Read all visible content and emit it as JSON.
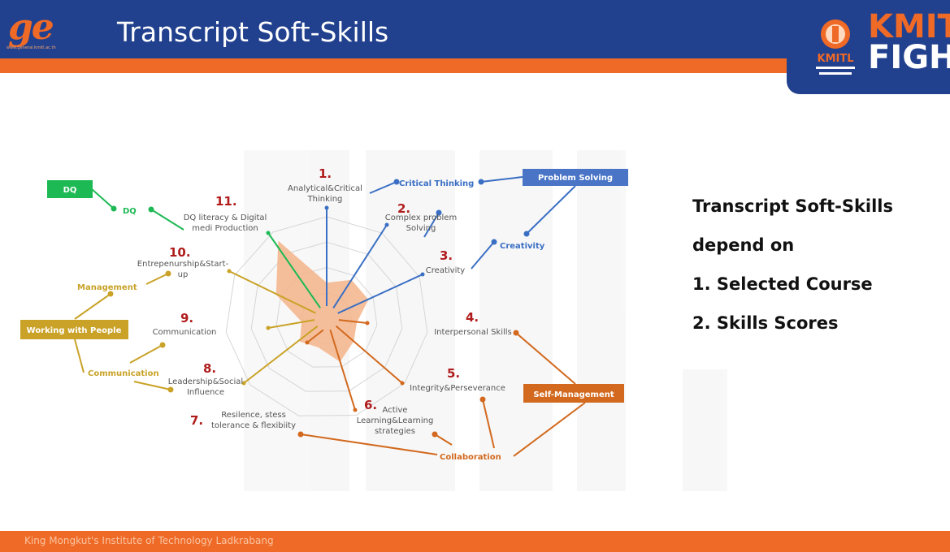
{
  "header": {
    "logo_text": "ge",
    "logo_url": "www.general.kmitl.ac.th",
    "title": "Transcript Soft-Skills",
    "right_logo_word1": "KMITL",
    "right_logo_word2": "FIGHT",
    "right_logo_kmitl": "KMITL"
  },
  "footer": {
    "text": "King Mongkut's Institute of Technology Ladkrabang"
  },
  "side_text": {
    "line1": "Transcript Soft-Skills",
    "line2": "depend on",
    "line3": "1. Selected Course",
    "line4": "2. Skills Scores"
  },
  "colors": {
    "blue": "#21408e",
    "orange": "#ef6a26",
    "green": "#1db954",
    "gold": "#c9a227",
    "brown": "#d2691e",
    "radar_fill": "#f5b48a"
  },
  "skills": [
    {
      "num": "1.",
      "lines": [
        "Analytical&Critical",
        "Thinking"
      ]
    },
    {
      "num": "2.",
      "lines": [
        "Complex problem",
        "Solving"
      ]
    },
    {
      "num": "3.",
      "lines": [
        "Creativity"
      ]
    },
    {
      "num": "4.",
      "lines": [
        "Interpersonal Skills"
      ]
    },
    {
      "num": "5.",
      "lines": [
        "Integrity&Perseverance"
      ]
    },
    {
      "num": "6.",
      "lines": [
        "Active",
        "Learning&Learning",
        "strategies"
      ]
    },
    {
      "num": "7.",
      "lines": [
        "Resilence, stess",
        "tolerance & flexibiity"
      ]
    },
    {
      "num": "8.",
      "lines": [
        "Leadership&Social",
        "Influence"
      ]
    },
    {
      "num": "9.",
      "lines": [
        "Communication"
      ]
    },
    {
      "num": "10.",
      "lines": [
        "Entrepenurship&Start-",
        "up"
      ]
    },
    {
      "num": "11.",
      "lines": [
        "DQ literacy & Digital",
        "medi Production"
      ]
    }
  ],
  "radar_scores": [
    0.35,
    0.45,
    0.45,
    0.3,
    0.35,
    0.45,
    0.3,
    0.35,
    0.25,
    0.55,
    0.9
  ],
  "categories": {
    "critical_thinking": "Critical Thinking",
    "problem_solving": "Problem Solving",
    "creativity": "Creativity",
    "self_management": "Self-Management",
    "collaboration": "Collaboration",
    "communication": "Communication",
    "working_with_people": "Working with People",
    "management": "Management",
    "dq_small": "DQ",
    "dq_box": "DQ"
  }
}
